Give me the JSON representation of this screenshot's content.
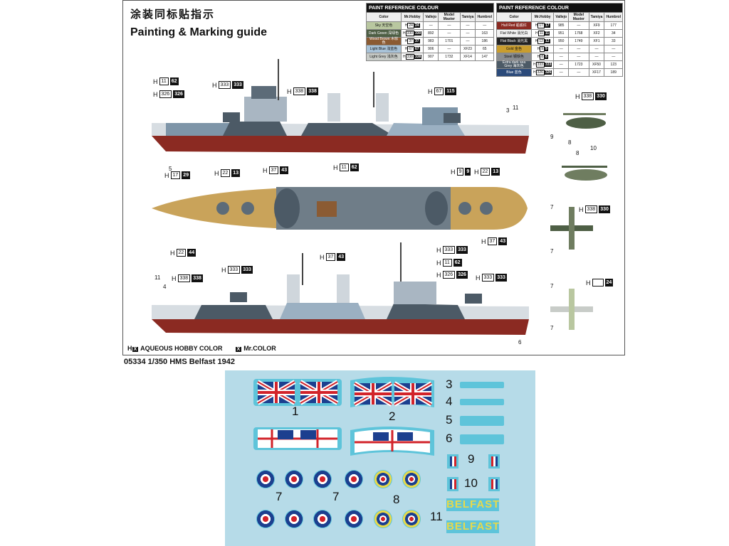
{
  "header": {
    "title_cn": "涂装同标贴指示",
    "title_en": "Painting & Marking guide"
  },
  "paint_table_left": {
    "title": "PAINT REFERENCE COLOUR",
    "columns": [
      "Color",
      "Mr.Hobby",
      "Vallejo",
      "Model Master",
      "Tamiya",
      "Humbrol"
    ],
    "rows": [
      {
        "name": "Sky\n天空色",
        "swatch": "#b9c7a0",
        "h": "24",
        "vallejo": "—",
        "mm": "—",
        "tamiya": "—",
        "humbrol": "—"
      },
      {
        "name": "Dark Green\n深绿色",
        "swatch": "#4e5f45",
        "h": "330",
        "vallejo": "892",
        "mm": "—",
        "tamiya": "—",
        "humbrol": "163"
      },
      {
        "name": "Wood Brown\n木棕色",
        "swatch": "#8b5b33",
        "h": "37",
        "vallejo": "983",
        "mm": "1701",
        "tamiya": "—",
        "humbrol": "186"
      },
      {
        "name": "Light Blue\n浅蓝色",
        "swatch": "#a9c3d8",
        "h": "67",
        "vallejo": "906",
        "mm": "—",
        "tamiya": "XF23",
        "humbrol": "65"
      },
      {
        "name": "Light Grey\n浅灰色",
        "swatch": "#c8ccc8",
        "h": "338",
        "vallejo": "907",
        "mm": "1732",
        "tamiya": "XF14",
        "humbrol": "147"
      }
    ]
  },
  "paint_table_right": {
    "title": "PAINT REFERENCE COLOUR",
    "columns": [
      "Color",
      "Mr.Hobby",
      "Vallejo",
      "Model Master",
      "Tamiya",
      "Humbrol"
    ],
    "rows": [
      {
        "name": "Hull Red\n船底红",
        "swatch": "#8b2a22",
        "h": "17",
        "vallejo": "985",
        "mm": "—",
        "tamiya": "XF9",
        "humbrol": "177"
      },
      {
        "name": "Flat White\n消光白",
        "swatch": "#f2f2f2",
        "h": "11",
        "vallejo": "951",
        "mm": "1768",
        "tamiya": "XF2",
        "humbrol": "34"
      },
      {
        "name": "Flat Black\n消光黑",
        "swatch": "#222222",
        "h": "12",
        "vallejo": "950",
        "mm": "1749",
        "tamiya": "XF1",
        "humbrol": "33"
      },
      {
        "name": "Gold\n金色",
        "swatch": "#c99d2e",
        "h": "9",
        "vallejo": "—",
        "mm": "—",
        "tamiya": "—",
        "humbrol": "—"
      },
      {
        "name": "Steel\n钢铁色",
        "swatch": "#8a8d90",
        "h": "8",
        "vallejo": "—",
        "mm": "—",
        "tamiya": "—",
        "humbrol": "—"
      },
      {
        "name": "Extra dark sea Grey\n海灰色",
        "swatch": "#4c5a66",
        "h": "333",
        "vallejo": "—",
        "mm": "1723",
        "tamiya": "XF50",
        "humbrol": "123"
      },
      {
        "name": "Blue\n蓝色",
        "swatch": "#2b4a7a",
        "h": "326",
        "vallejo": "—",
        "mm": "—",
        "tamiya": "XF17",
        "humbrol": "189"
      }
    ]
  },
  "callouts": {
    "c1": "11",
    "c1b": "62",
    "c2": "326",
    "c2b": "326",
    "c3": "333",
    "c3b": "333",
    "c4": "338",
    "c4b": "338",
    "c5": "67",
    "c5b": "115",
    "c6": "17",
    "c6b": "29",
    "c7": "22",
    "c7b": "13",
    "c8": "37",
    "c8b": "43",
    "c9": "11",
    "c9b": "62",
    "c10": "9",
    "c10b": "9",
    "c11": "22",
    "c11b": "13",
    "c12": "22",
    "c12b": "44",
    "c13": "37",
    "c13b": "43",
    "c14": "333",
    "c14b": "333",
    "c15": "37",
    "c15b": "43",
    "c16": "333",
    "c16b": "333",
    "c17": "11",
    "c17b": "62",
    "c18": "326",
    "c18b": "326",
    "c19": "333",
    "c19b": "333",
    "c20": "338",
    "c20b": "338",
    "c21": "338",
    "c21b": "330",
    "c22": "338",
    "c22b": "330",
    "c23": "24",
    "h": "H"
  },
  "small_numbers": {
    "n3": "3",
    "n11": "11",
    "n5": "5",
    "n9": "9",
    "n8": "8",
    "n10": "10",
    "n8b": "8",
    "n7a": "7",
    "n7b": "7",
    "n11b": "11",
    "n4": "4",
    "n6": "6",
    "n7c": "7",
    "n7d": "7"
  },
  "legend": {
    "aqueous": "AQUEOUS HOBBY COLOR",
    "mr_color": "Mr.COLOR",
    "h_prefix": "H",
    "x_mark": "X"
  },
  "subtitle": "05334 1/350 HMS Belfast 1942",
  "decals": {
    "n1": "1",
    "n2": "2",
    "n3": "3",
    "n4": "4",
    "n5": "5",
    "n6": "6",
    "n7a": "7",
    "n7b": "7",
    "n8": "8",
    "n9": "9",
    "n10": "10",
    "n11": "11",
    "belfast1": "BELFAST",
    "belfast2": "BELFAST"
  },
  "colors": {
    "decal_bg": "#b6dbe8",
    "hull_red": "#8b2a22",
    "union_blue": "#1c3f8f",
    "union_red": "#d2232a",
    "deck": "#c9a35a"
  }
}
